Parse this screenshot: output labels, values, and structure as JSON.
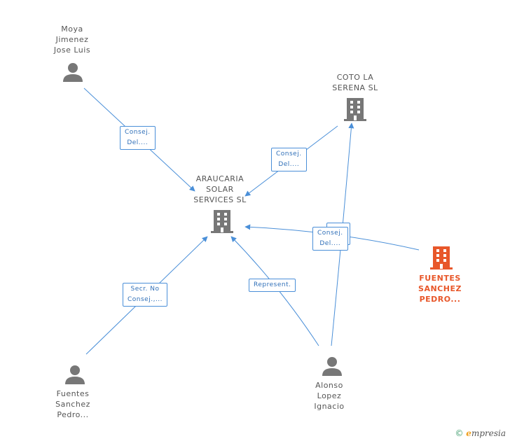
{
  "nodes": {
    "moya": {
      "label": "Moya\nJimenez\nJose Luis",
      "type": "person"
    },
    "coto": {
      "label": "COTO LA\nSERENA SL",
      "type": "company"
    },
    "araucaria": {
      "label": "ARAUCARIA\nSOLAR\nSERVICES SL",
      "type": "company"
    },
    "fuentes_company": {
      "label": "FUENTES\nSANCHEZ\nPEDRO...",
      "type": "company",
      "highlight_color": "#e8572a"
    },
    "fuentes_person": {
      "label": "Fuentes\nSanchez\nPedro...",
      "type": "person"
    },
    "alonso": {
      "label": "Alonso\nLopez\nIgnacio",
      "type": "person"
    }
  },
  "edge_labels": {
    "moya_araucaria": "Consej.\nDel....",
    "coto_araucaria": "Consej.\nDel....",
    "fuentes_araucaria": "Consej.\nDel....",
    "fuentes_person_araucaria": "Secr. No\nConsej.,...",
    "alonso_araucaria": "Represent."
  },
  "colors": {
    "edge": "#4a8fd8",
    "icon": "#777777",
    "highlight": "#e8572a"
  },
  "footer": {
    "copyright": "©",
    "brand_e": "e",
    "brand_rest": "mpresia"
  }
}
